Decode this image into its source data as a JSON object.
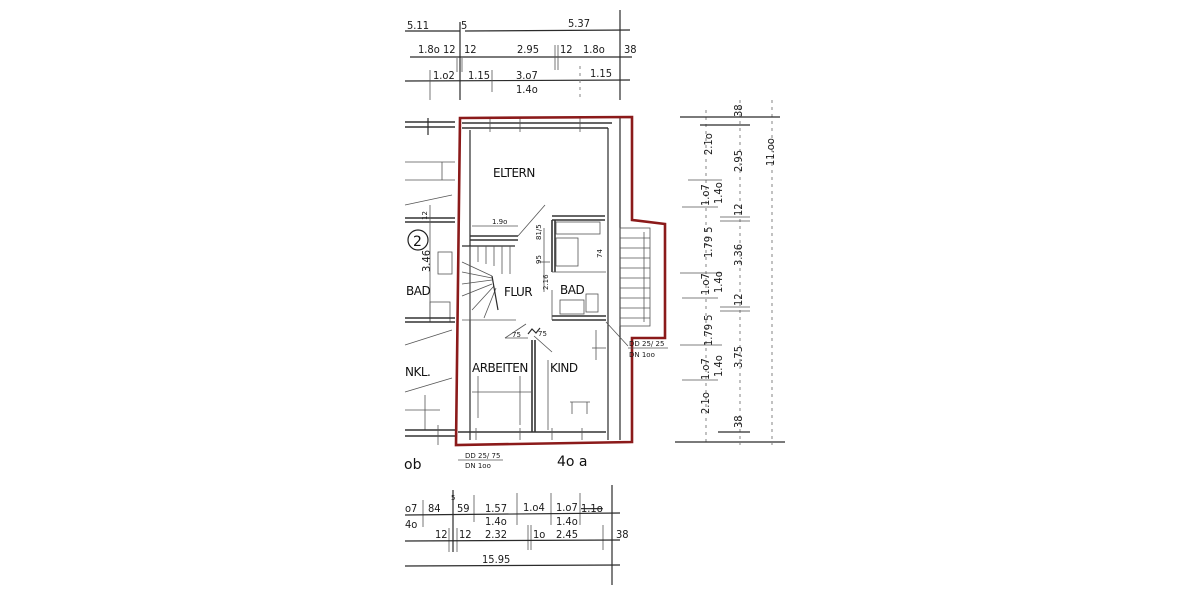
{
  "drawing": {
    "type": "floor-plan",
    "highlight_color": "#8b1a1a",
    "line_color": "#2b2b2b",
    "background": "#ffffff"
  },
  "rooms": [
    {
      "id": "eltern",
      "label": "ELTERN"
    },
    {
      "id": "flur",
      "label": "FLUR"
    },
    {
      "id": "bad",
      "label": "BAD"
    },
    {
      "id": "arbeiten",
      "label": "ARBEITEN"
    },
    {
      "id": "kind",
      "label": "KIND"
    }
  ],
  "neighbor": {
    "bad_label": "BAD",
    "nkl_label": "NKL.",
    "circle_number": "2",
    "dim_346": "3.46",
    "dim_12": "12",
    "unit_label_left": "ob"
  },
  "unit_label": "4o a",
  "interior_dims": {
    "eltern_width": "1.9o",
    "bad_815": "81/5",
    "d_95": "95",
    "d_216": "2.16",
    "bad_74": "74",
    "door_75_a": "75",
    "door_75_b": "75"
  },
  "pipes": {
    "bottom_dd": "DD 25/ 75",
    "bottom_dn": "DN 1oo",
    "right_dd": "DD 25/ 25",
    "right_dn": "DN 1oo"
  },
  "top_dims": {
    "row1": [
      "5.11",
      "5",
      "5.37"
    ],
    "row2": [
      "1.8o",
      "12",
      "12",
      "2.95",
      "12",
      "1.8o",
      "38"
    ],
    "row3": [
      "1.o2",
      "1.15",
      "3.o7",
      "1.15"
    ],
    "row3_sub": "1.4o"
  },
  "bottom_dims": {
    "top_mark": "5",
    "row1": [
      "o7",
      "84",
      "59",
      "1.57",
      "1.o4",
      "1.o7",
      "1.1o"
    ],
    "row1_sub": [
      "4o",
      "1.4o",
      "1.4o"
    ],
    "row2": [
      "12",
      "12",
      "2.32",
      "1o",
      "2.45",
      "38"
    ],
    "total": "15.95"
  },
  "right_dims": {
    "col1": [
      "2.1o",
      "1.o7",
      "1.4o",
      "1.79 5",
      "1.o7",
      "1.4o",
      "1.79 5",
      "1.o7",
      "1.4o",
      "2.1o"
    ],
    "col2": [
      "38",
      "2.95",
      "12",
      "3.36",
      "12",
      "3.75",
      "38"
    ],
    "total": "11.oo"
  }
}
